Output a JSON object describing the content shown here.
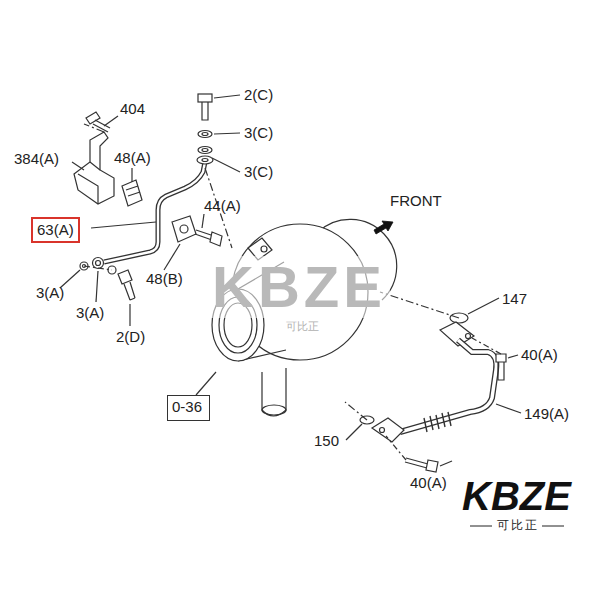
{
  "diagram": {
    "nodes": [
      {
        "text": [
          "63(A)"
        ]
      },
      {
        "text": [
          "0-36"
        ]
      }
    ],
    "labels": [
      "404",
      "2(C)",
      "3(C)",
      "3(C)",
      "384(A)",
      "48(A)",
      "44(A)",
      "FRONT",
      "3(A)",
      "3(A)",
      "48(B)",
      "2(D)",
      "147",
      "40(A)",
      "149(A)",
      "150",
      "40(A)",
      "KBZE",
      "可比正",
      "KBZE",
      "可比正"
    ]
  }
}
